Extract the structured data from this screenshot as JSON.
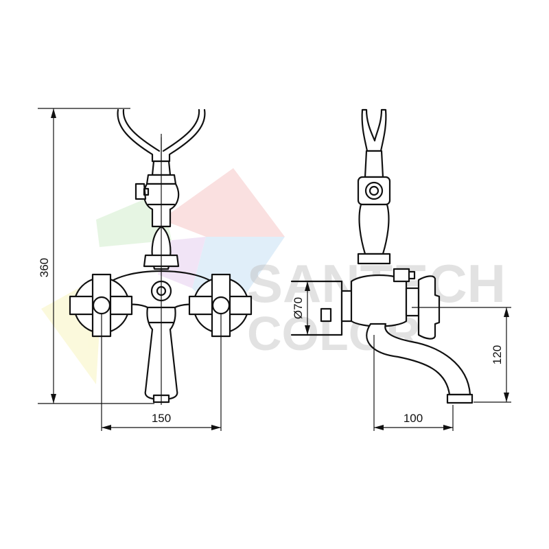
{
  "watermark": {
    "line1": "SANTECH",
    "line2": "COLOR",
    "colors": [
      "#f2a7a7",
      "#f4ee9a",
      "#b8e3b0",
      "#a9cfee",
      "#d9b3e6"
    ]
  },
  "dimensions": {
    "height_total": "360",
    "handle_spacing": "150",
    "body_diameter": "Ø70",
    "spout_height": "120",
    "spout_reach": "100"
  }
}
